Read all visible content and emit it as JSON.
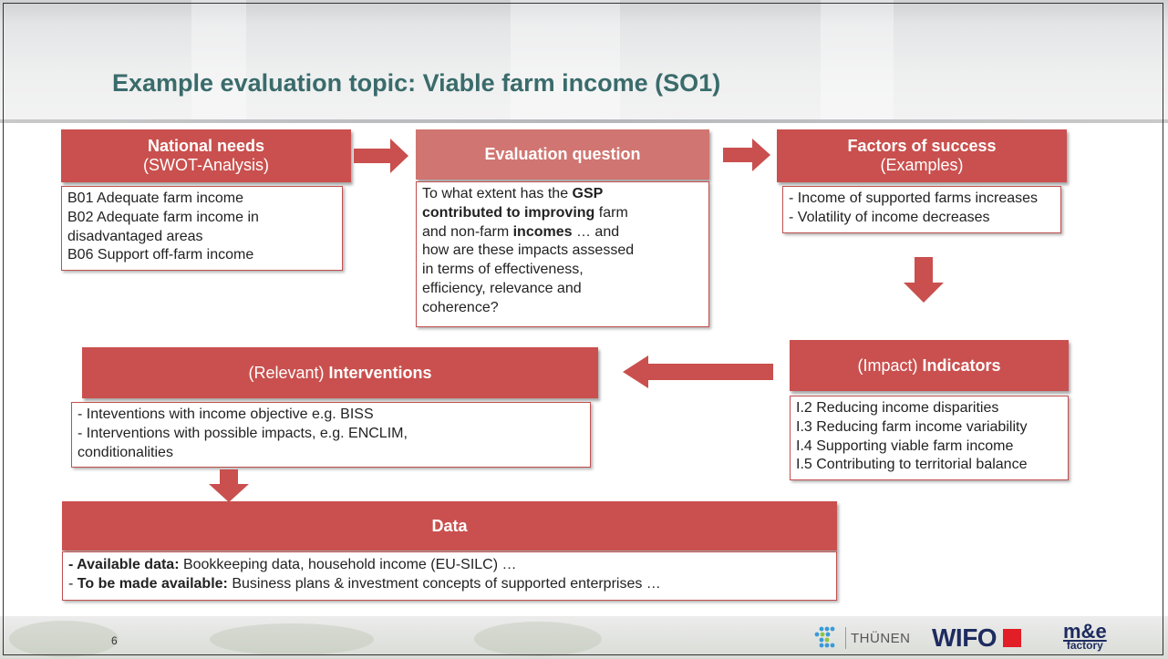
{
  "slide": {
    "title": "Example evaluation topic: Viable farm income (SO1)",
    "page_number": "6",
    "colors": {
      "accent_red": "#c9504e",
      "light_red": "#d07571",
      "title_teal": "#3a6b6b",
      "arrow_red": "#c9504e"
    }
  },
  "needs": {
    "header": "National needs",
    "subheader": "(SWOT-Analysis)",
    "items": [
      "B01 Adequate farm income",
      "B02 Adequate farm income in",
      "disadvantaged areas",
      "B06 Support off-farm income"
    ]
  },
  "question": {
    "header": "Evaluation question",
    "l1_a": "To what extent has the ",
    "l1_b": "GSP",
    "l2_a": "contributed to improving",
    "l2_b": " farm",
    "l3_a": "and non-farm ",
    "l3_b": "incomes",
    "l3_c": " … and",
    "l4": "how are these impacts assessed",
    "l5": "in terms of effectiveness,",
    "l6": "efficiency, relevance and",
    "l7": "coherence?"
  },
  "success": {
    "header": "Factors of success",
    "subheader": "(Examples)",
    "items": [
      "- Income of supported farms increases",
      "- Volatility of income decreases"
    ]
  },
  "indicators": {
    "header_a": "(Impact) ",
    "header_b": "Indicators",
    "items": [
      "I.2 Reducing income disparities",
      "I.3 Reducing farm income variability",
      "I.4 Supporting viable farm income",
      "I.5 Contributing to territorial balance"
    ]
  },
  "interventions": {
    "header_a": "(Relevant) ",
    "header_b": "Interventions",
    "items": [
      "- Inteventions with income objective e.g. BISS",
      "- Interventions with possible impacts, e.g. ENCLIM,",
      "conditionalities"
    ]
  },
  "data": {
    "header": "Data",
    "row1_a": "- Available data:",
    "row1_b": " Bookkeeping data, household income (EU-SILC) …",
    "row2_a": "- ",
    "row2_b": "To be made available:",
    "row2_c": " Business plans & investment concepts of supported enterprises …"
  },
  "logos": {
    "thuenen": "THÜNEN",
    "wifo": "WIFO",
    "me_top": "m&e",
    "me_bottom": "factory"
  }
}
